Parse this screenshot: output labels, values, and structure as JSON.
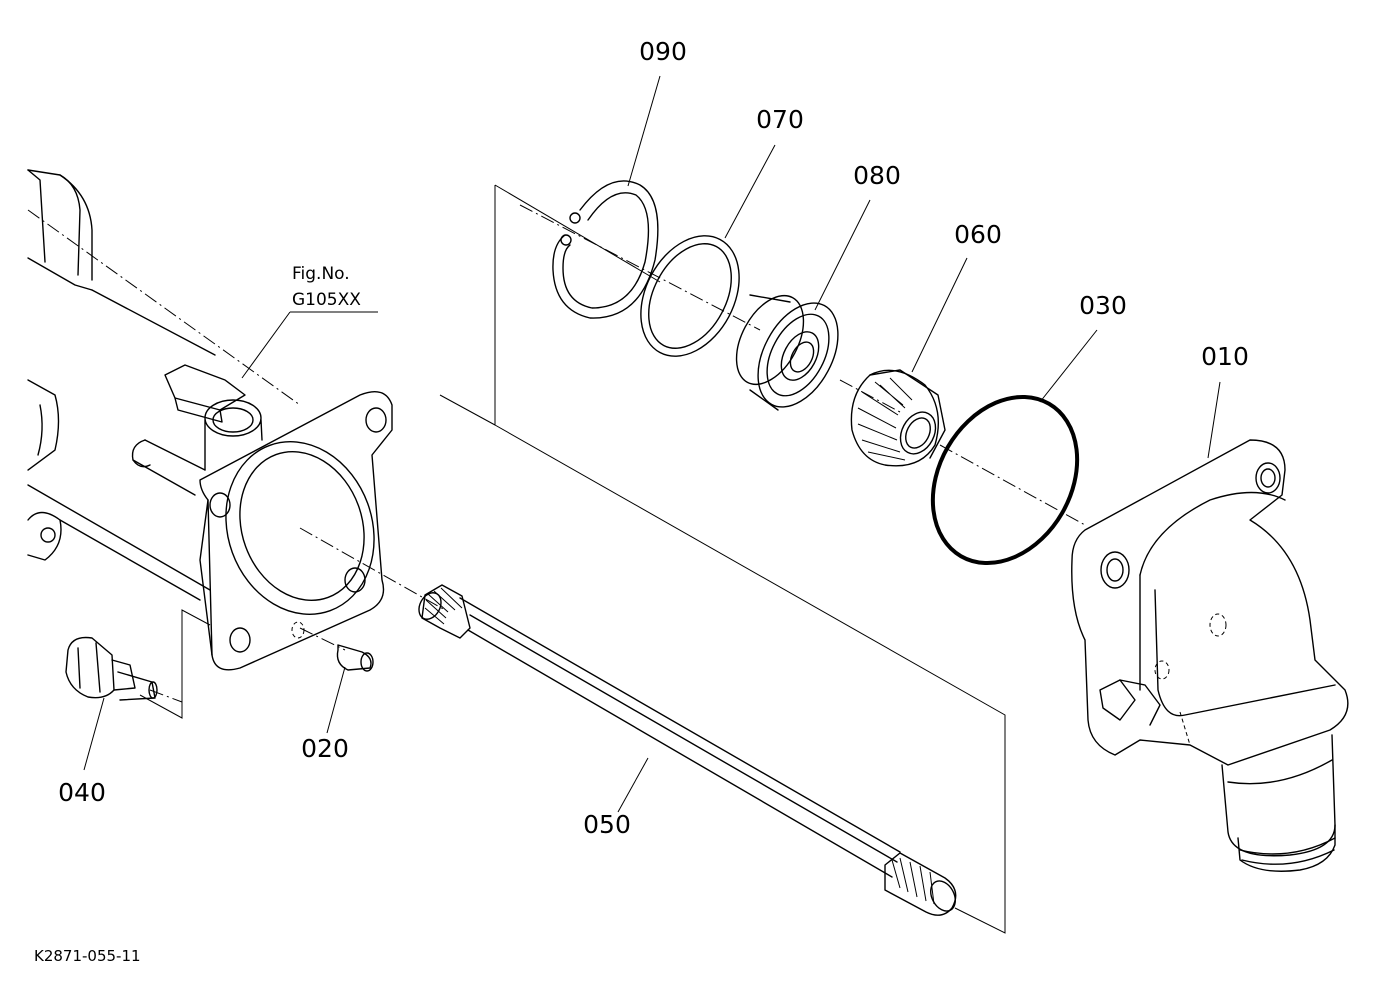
{
  "diagram": {
    "callouts": {
      "p090": "090",
      "p070": "070",
      "p080": "080",
      "p060": "060",
      "p030": "030",
      "p010": "010",
      "p020": "020",
      "p040": "040",
      "p050": "050"
    },
    "reference": {
      "line1": "Fig.No.",
      "line2": "G105XX"
    },
    "drawing_id": "K2871-055-11"
  }
}
